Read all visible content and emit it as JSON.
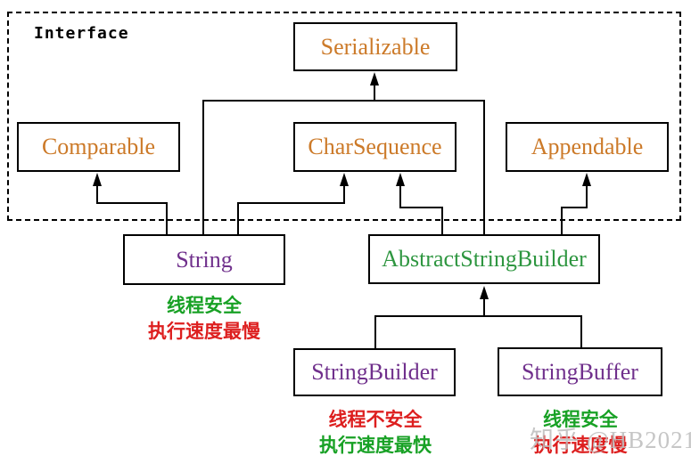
{
  "diagram": {
    "group_label": "Interface",
    "nodes": {
      "serializable": {
        "label": "Serializable",
        "kind": "interface"
      },
      "comparable": {
        "label": "Comparable",
        "kind": "interface"
      },
      "charsequence": {
        "label": "CharSequence",
        "kind": "interface"
      },
      "appendable": {
        "label": "Appendable",
        "kind": "interface"
      },
      "string": {
        "label": "String",
        "kind": "class"
      },
      "abstract_string_builder": {
        "label": "AbstractStringBuilder",
        "kind": "abstract-class"
      },
      "string_builder": {
        "label": "StringBuilder",
        "kind": "class"
      },
      "string_buffer": {
        "label": "StringBuffer",
        "kind": "class"
      }
    },
    "edges": [
      {
        "from": "String",
        "to": "Comparable"
      },
      {
        "from": "String",
        "to": "Serializable"
      },
      {
        "from": "String",
        "to": "CharSequence"
      },
      {
        "from": "AbstractStringBuilder",
        "to": "Serializable"
      },
      {
        "from": "AbstractStringBuilder",
        "to": "CharSequence"
      },
      {
        "from": "AbstractStringBuilder",
        "to": "Appendable"
      },
      {
        "from": "StringBuilder",
        "to": "AbstractStringBuilder"
      },
      {
        "from": "StringBuffer",
        "to": "AbstractStringBuilder"
      }
    ],
    "annotations": {
      "string": {
        "line1": "线程安全",
        "line2": "执行速度最慢"
      },
      "string_builder": {
        "line1": "线程不安全",
        "line2": "执行速度最快"
      },
      "string_buffer": {
        "line1": "线程安全",
        "line2": "执行速度慢"
      }
    },
    "watermark": "知乎 @HB2021",
    "colors": {
      "interface_text": "#cc7a29",
      "class_text": "#70308c",
      "abstract_class_text": "#2e9640",
      "annotation_green": "#18a125",
      "annotation_red": "#dd1f1f",
      "line": "#000000",
      "watermark_gray": "#bdbdbd",
      "background": "#ffffff"
    }
  }
}
